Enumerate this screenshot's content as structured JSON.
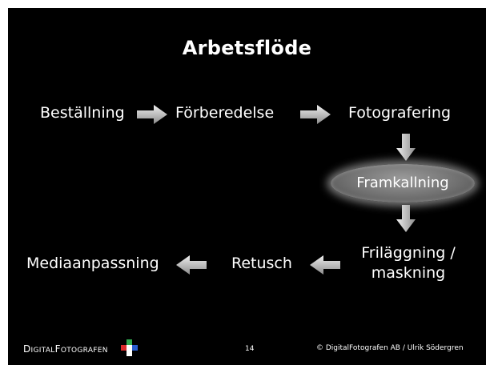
{
  "slide": {
    "title": "Arbetsflöde",
    "steps": {
      "bestallning": "Beställning",
      "forberedelse": "Förberedelse",
      "fotografering": "Fotografering",
      "framkallning": "Framkallning",
      "frilaggning_line1": "Friläggning /",
      "frilaggning_line2": "maskning",
      "retusch": "Retusch",
      "mediaanpassning": "Mediaanpassning"
    },
    "highlighted_step": "Framkallning"
  },
  "footer": {
    "logo_big_d": "D",
    "logo_rest1": "IGITAL",
    "logo_big_f": "F",
    "logo_rest2": "OTOGRAFEN",
    "page_number": "14",
    "copyright": "© DigitalFotografen AB / Ulrik Södergren"
  },
  "colors": {
    "background": "#000000",
    "text": "#ffffff",
    "arrow_fill": "#bdbdbd",
    "logo_green": "#2fa84f",
    "logo_red": "#d92b2b",
    "logo_blue": "#2a5fcf",
    "logo_white": "#ffffff"
  },
  "icons": [
    "arrow-right-icon",
    "arrow-down-icon",
    "arrow-left-icon",
    "digitalfotografen-logo-icon"
  ]
}
